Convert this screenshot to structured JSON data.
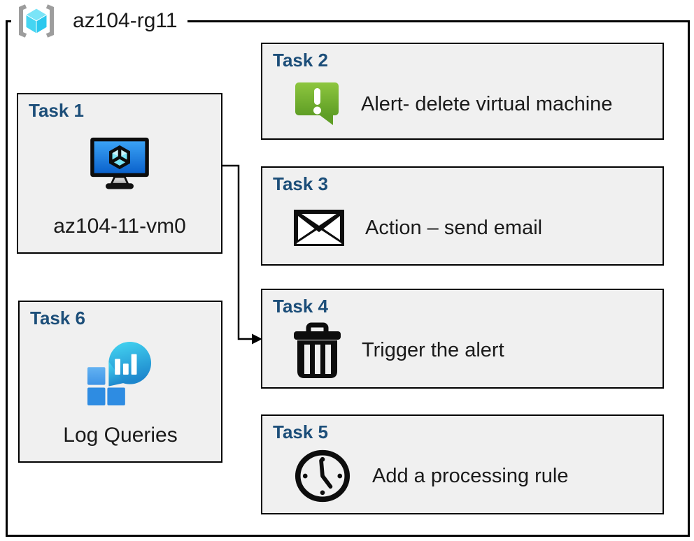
{
  "resource_group": {
    "name": "az104-rg11",
    "icon": "resource-group"
  },
  "tasks": [
    {
      "title": "Task 1",
      "label": "az104-11-vm0",
      "icon": "virtual-machine"
    },
    {
      "title": "Task 2",
      "label": "Alert- delete virtual machine",
      "icon": "alert-message"
    },
    {
      "title": "Task 3",
      "label": "Action – send email",
      "icon": "email-envelope"
    },
    {
      "title": "Task 4",
      "label": "Trigger the alert",
      "icon": "trash-can"
    },
    {
      "title": "Task 5",
      "label": "Add a processing rule",
      "icon": "clock"
    },
    {
      "title": "Task 6",
      "label": "Log Queries",
      "icon": "log-queries"
    }
  ],
  "connector": {
    "from": "Task 1",
    "to": "Task 4"
  },
  "colors": {
    "task_title": "#1C4E79",
    "box_fill": "#F0F0F0",
    "border": "#000000",
    "alert_green_top": "#8DC63F",
    "alert_green_bottom": "#5F9E25",
    "vm_screen_top": "#3AA2F5",
    "vm_screen_bottom": "#0B62CC",
    "log_balloon_top": "#45D7F2",
    "log_balloon_bottom": "#1D87CD",
    "log_square_light": "#55A9EF",
    "log_square_dark": "#2E8CE2",
    "rg_cube_top": "#7BE4F7",
    "rg_cube_left": "#45D5F2",
    "rg_cube_right": "#2BC8EE",
    "rg_bracket": "#9D9D9D"
  }
}
